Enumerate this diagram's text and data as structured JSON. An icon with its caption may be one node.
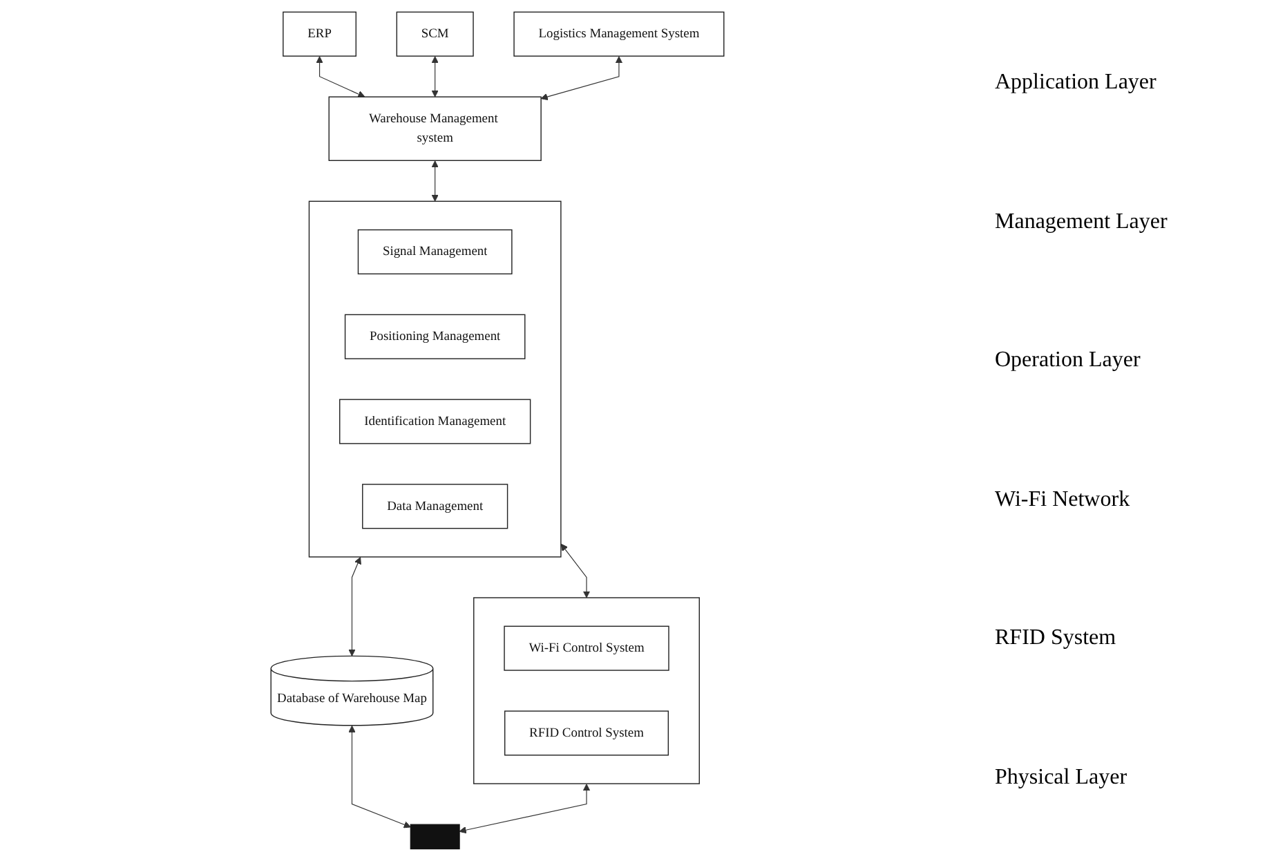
{
  "diagram": {
    "nodes": [
      {
        "text": [
          "ERP"
        ]
      },
      {
        "text": [
          "SCM"
        ]
      },
      {
        "text": [
          "Logistics Management System"
        ]
      },
      {
        "text": [
          "Warehouse Management system"
        ]
      },
      {
        "text": [],
        "shape": "box"
      },
      {
        "text": [
          "Signal Management"
        ],
        "in": 4
      },
      {
        "text": [
          "Positioning Management"
        ],
        "in": 4
      },
      {
        "text": [
          "Identification Management"
        ],
        "in": 4
      },
      {
        "text": [
          "Data Management"
        ],
        "in": 4
      },
      {
        "text": [],
        "shape": "box"
      },
      {
        "text": [
          "Wi-Fi Control System"
        ],
        "in": 9
      },
      {
        "text": [
          "RFID Control System"
        ],
        "in": 9
      },
      {
        "text": [
          "Database of Warehouse Map"
        ]
      },
      {
        "text": [],
        "shape": "bar"
      }
    ],
    "edges": [
      {
        "from": 0,
        "to": 3,
        "arrow": "both"
      },
      {
        "from": 1,
        "to": 3,
        "arrow": "both"
      },
      {
        "from": 2,
        "to": 3,
        "arrow": "both"
      },
      {
        "from": 3,
        "to": 4,
        "arrow": "both"
      },
      {
        "from": 4,
        "to": 9,
        "arrow": "both"
      },
      {
        "from": 4,
        "to": 12,
        "arrow": "both"
      },
      {
        "from": 9,
        "to": 13,
        "arrow": "both"
      },
      {
        "from": 12,
        "to": 13,
        "arrow": "both"
      }
    ],
    "labels": [
      "Application Layer",
      "Management Layer",
      "Operation Layer",
      "Wi-Fi Network",
      "RFID System",
      "Physical Layer"
    ]
  }
}
